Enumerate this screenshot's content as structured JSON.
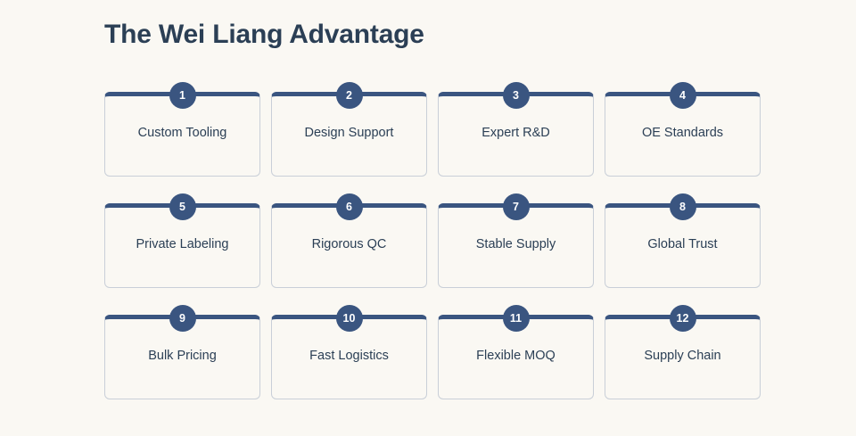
{
  "header": {
    "title": "The Wei Liang Advantage"
  },
  "theme": {
    "page_background": "#faf8f3",
    "accent": "#3a5580",
    "text": "#2b3f55",
    "card_border": "#c9cfd8",
    "badge_text": "#ffffff"
  },
  "grid": {
    "columns": 4,
    "rows": 3,
    "cards": [
      {
        "number": "1",
        "label": "Custom Tooling"
      },
      {
        "number": "2",
        "label": "Design Support"
      },
      {
        "number": "3",
        "label": "Expert R&D"
      },
      {
        "number": "4",
        "label": "OE Standards"
      },
      {
        "number": "5",
        "label": "Private Labeling"
      },
      {
        "number": "6",
        "label": "Rigorous QC"
      },
      {
        "number": "7",
        "label": "Stable Supply"
      },
      {
        "number": "8",
        "label": "Global Trust"
      },
      {
        "number": "9",
        "label": "Bulk Pricing"
      },
      {
        "number": "10",
        "label": "Fast Logistics"
      },
      {
        "number": "11",
        "label": "Flexible MOQ"
      },
      {
        "number": "12",
        "label": "Supply Chain"
      }
    ]
  }
}
